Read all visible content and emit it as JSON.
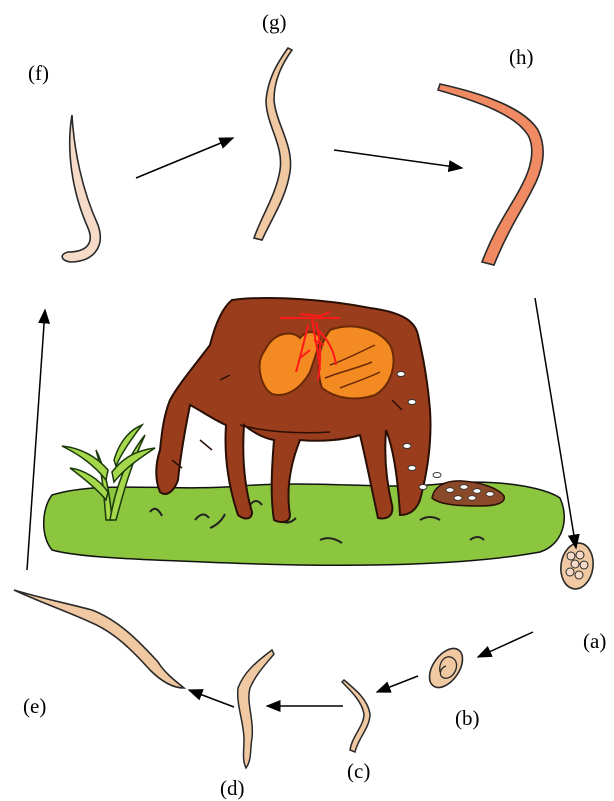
{
  "diagram": {
    "stages": [
      {
        "id": "a",
        "label": "(a)"
      },
      {
        "id": "b",
        "label": "(b)"
      },
      {
        "id": "c",
        "label": "(c)"
      },
      {
        "id": "d",
        "label": "(d)"
      },
      {
        "id": "e",
        "label": "(e)"
      },
      {
        "id": "f",
        "label": "(f)"
      },
      {
        "id": "g",
        "label": "(g)"
      },
      {
        "id": "h",
        "label": "(h)"
      }
    ],
    "colors": {
      "horse": "#9a3d1c",
      "organs": "#f48a22",
      "grass": "#8cc63f",
      "worm_pale": "#f6dcc8",
      "worm_tan": "#f0c9a2",
      "worm_adult": "#f08a62",
      "blood": "#ff1a1a"
    }
  }
}
